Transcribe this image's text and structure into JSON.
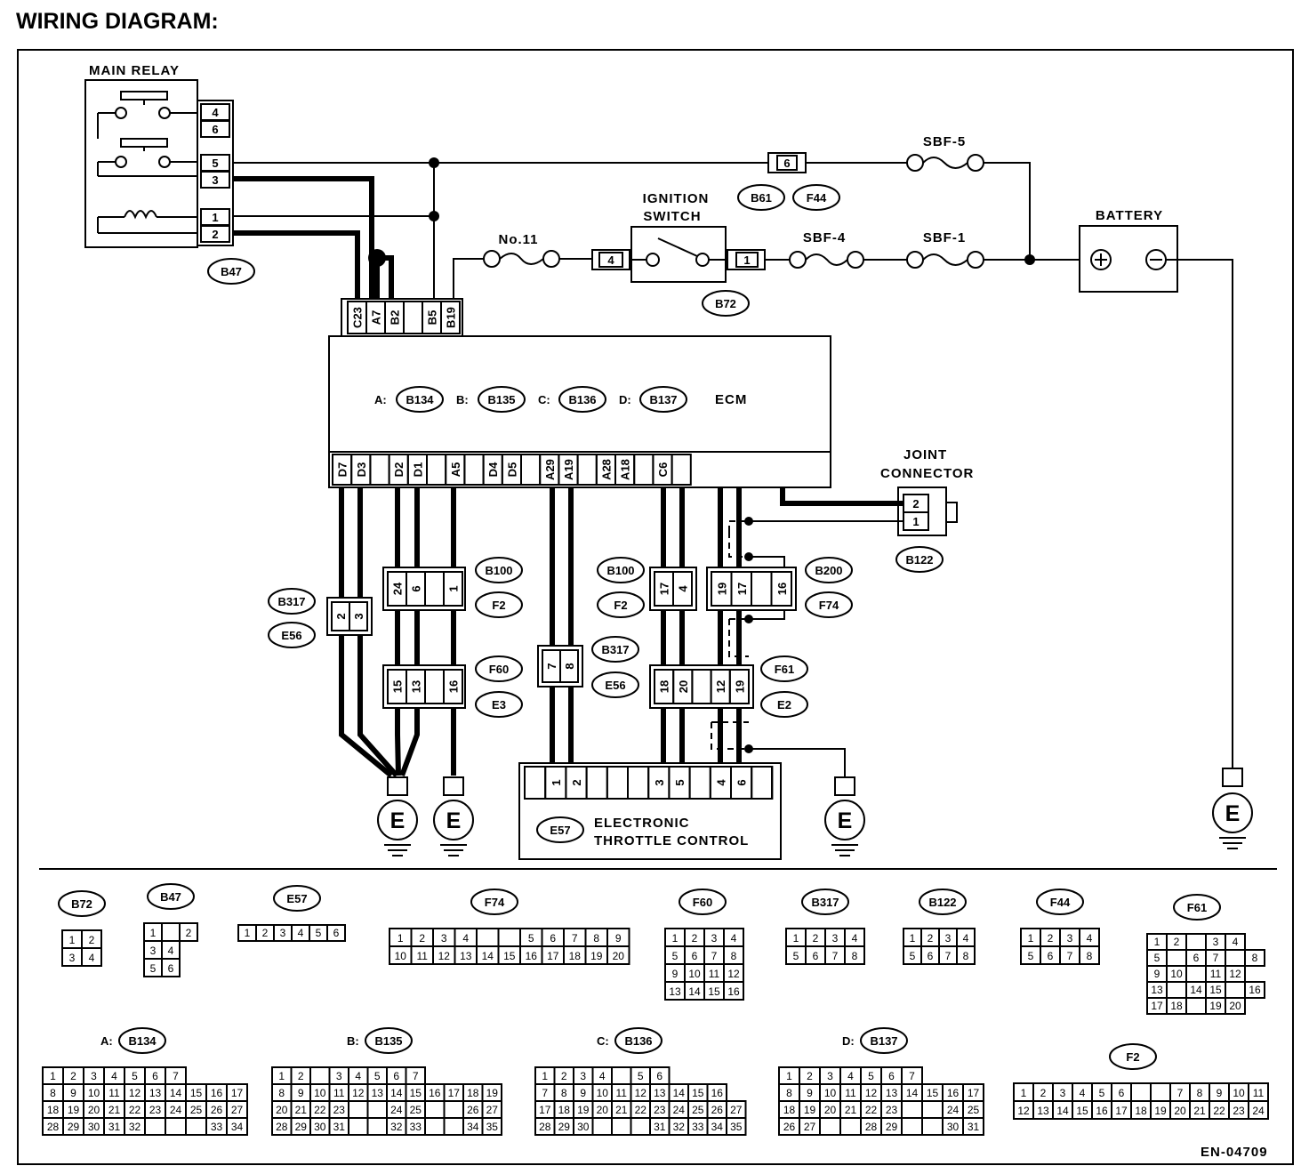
{
  "title": "WIRING DIAGRAM:",
  "doc_code": "EN-04709",
  "labels": {
    "main_relay": "MAIN RELAY",
    "ignition_switch_1": "IGNITION",
    "ignition_switch_2": "SWITCH",
    "battery": "BATTERY",
    "ecm": "ECM",
    "joint_connector_1": "JOINT",
    "joint_connector_2": "CONNECTOR",
    "etc_1": "ELECTRONIC",
    "etc_2": "THROTTLE CONTROL",
    "fuse_no11": "No.11",
    "sbf5": "SBF-5",
    "sbf4": "SBF-4",
    "sbf1": "SBF-1",
    "ground": "E",
    "plus": "+",
    "minus": "−"
  },
  "relay_pins": [
    "4",
    "6",
    "5",
    "3",
    "1",
    "2"
  ],
  "ecm_prefix": {
    "a": "A:",
    "b": "B:",
    "c": "C:",
    "d": "D:"
  },
  "ecm_top_pins": [
    "C23",
    "A7",
    "B2",
    "",
    "B5",
    "B19"
  ],
  "ecm_bottom_pins": [
    "D7",
    "D3",
    "",
    "D2",
    "D1",
    "",
    "A5",
    "",
    "D4",
    "D5",
    "",
    "A29",
    "A19",
    "",
    "A28",
    "A18",
    "",
    "C6",
    ""
  ],
  "connectors": {
    "b47": "B47",
    "b61": "B61",
    "f44": "F44",
    "b72": "B72",
    "b134": "B134",
    "b135": "B135",
    "b136": "B136",
    "b137": "B137",
    "b122": "B122",
    "b317": "B317",
    "e56": "E56",
    "b100": "B100",
    "f2": "F2",
    "f60": "F60",
    "e3": "E3",
    "b200": "B200",
    "f74": "F74",
    "f61": "F61",
    "e2": "E2",
    "e57": "E57"
  },
  "pins": {
    "b61_6": "6",
    "ign_4": "4",
    "ign_1": "1",
    "jc_2": "2",
    "jc_1": "1",
    "b317a": [
      "2",
      "3"
    ],
    "b100l": [
      "24",
      "6",
      "",
      "1"
    ],
    "f60": [
      "15",
      "13",
      "",
      "16"
    ],
    "b317b": [
      "7",
      "8"
    ],
    "b100r": [
      "17",
      "4"
    ],
    "f61": [
      "18",
      "20",
      "",
      "12",
      "19"
    ],
    "b200": [
      "19",
      "17",
      "",
      "16"
    ],
    "e57": [
      "",
      "1",
      "2",
      "",
      "",
      "",
      "3",
      "5",
      "",
      "4",
      "6",
      ""
    ]
  },
  "legend": {
    "b72": {
      "name": "B72",
      "rows": [
        [
          "1",
          "2"
        ],
        [
          "3",
          "4"
        ]
      ]
    },
    "b47": {
      "name": "B47",
      "rows": [
        [
          "1",
          "",
          "2"
        ],
        [
          "3",
          "4"
        ],
        [
          "5",
          "6"
        ]
      ]
    },
    "e57": {
      "name": "E57",
      "rows": [
        [
          "1",
          "2",
          "3",
          "4",
          "5",
          "6"
        ]
      ]
    },
    "f74": {
      "name": "F74",
      "rows": [
        [
          "1",
          "2",
          "3",
          "4",
          "",
          "",
          "5",
          "6",
          "7",
          "8",
          "9"
        ],
        [
          "10",
          "11",
          "12",
          "13",
          "14",
          "15",
          "16",
          "17",
          "18",
          "19",
          "20"
        ]
      ]
    },
    "f60": {
      "name": "F60",
      "rows": [
        [
          "1",
          "2",
          "3",
          "4"
        ],
        [
          "5",
          "6",
          "7",
          "8"
        ],
        [
          "9",
          "10",
          "11",
          "12"
        ],
        [
          "13",
          "14",
          "15",
          "16"
        ]
      ]
    },
    "b317": {
      "name": "B317",
      "rows": [
        [
          "1",
          "2",
          "3",
          "4"
        ],
        [
          "5",
          "6",
          "7",
          "8"
        ]
      ]
    },
    "b122": {
      "name": "B122",
      "rows": [
        [
          "1",
          "2",
          "3",
          "4"
        ],
        [
          "5",
          "6",
          "7",
          "8"
        ]
      ]
    },
    "f44": {
      "name": "F44",
      "rows": [
        [
          "1",
          "2",
          "3",
          "4"
        ],
        [
          "5",
          "6",
          "7",
          "8"
        ]
      ]
    },
    "f61": {
      "name": "F61",
      "rows": [
        [
          "1",
          "2",
          "",
          "3",
          "4"
        ],
        [
          "5",
          "",
          "6",
          "7",
          "",
          "8"
        ],
        [
          "9",
          "10",
          "",
          "11",
          "12"
        ],
        [
          "13",
          "",
          "14",
          "15",
          "",
          "16"
        ],
        [
          "17",
          "18",
          "",
          "19",
          "20"
        ]
      ]
    },
    "b134": {
      "name": "B134",
      "rows": [
        [
          "1",
          "2",
          "3",
          "4",
          "5",
          "6",
          "7"
        ],
        [
          "8",
          "9",
          "10",
          "11",
          "12",
          "13",
          "14",
          "15",
          "16",
          "17"
        ],
        [
          "18",
          "19",
          "20",
          "21",
          "22",
          "23",
          "24",
          "25",
          "26",
          "27"
        ],
        [
          "28",
          "29",
          "30",
          "31",
          "32",
          "",
          "",
          "",
          "33",
          "34"
        ]
      ]
    },
    "b135": {
      "name": "B135",
      "rows": [
        [
          "1",
          "2",
          "",
          "3",
          "4",
          "5",
          "6",
          "7"
        ],
        [
          "8",
          "9",
          "10",
          "11",
          "12",
          "13",
          "14",
          "15",
          "16",
          "17",
          "18",
          "19"
        ],
        [
          "20",
          "21",
          "22",
          "23",
          "",
          "",
          "24",
          "25",
          "",
          "",
          "26",
          "27"
        ],
        [
          "28",
          "29",
          "30",
          "31",
          "",
          "",
          "32",
          "33",
          "",
          "",
          "34",
          "35"
        ]
      ]
    },
    "b136": {
      "name": "B136",
      "rows": [
        [
          "1",
          "2",
          "3",
          "4",
          "",
          "5",
          "6"
        ],
        [
          "7",
          "8",
          "9",
          "10",
          "11",
          "12",
          "13",
          "14",
          "15",
          "16"
        ],
        [
          "17",
          "18",
          "19",
          "20",
          "21",
          "22",
          "23",
          "24",
          "25",
          "26",
          "27"
        ],
        [
          "28",
          "29",
          "30",
          "",
          "",
          "",
          "31",
          "32",
          "33",
          "34",
          "35"
        ]
      ]
    },
    "b137": {
      "name": "B137",
      "rows": [
        [
          "1",
          "2",
          "3",
          "4",
          "5",
          "6",
          "7"
        ],
        [
          "8",
          "9",
          "10",
          "11",
          "12",
          "13",
          "14",
          "15",
          "16",
          "17"
        ],
        [
          "18",
          "19",
          "20",
          "21",
          "22",
          "23",
          "",
          "",
          "24",
          "25"
        ],
        [
          "26",
          "27",
          "",
          "",
          "28",
          "29",
          "",
          "",
          "30",
          "31"
        ]
      ]
    },
    "f2": {
      "name": "F2",
      "rows": [
        [
          "1",
          "2",
          "3",
          "4",
          "5",
          "6",
          "",
          "",
          "7",
          "8",
          "9",
          "10",
          "11"
        ],
        [
          "12",
          "13",
          "14",
          "15",
          "16",
          "17",
          "18",
          "19",
          "20",
          "21",
          "22",
          "23",
          "24"
        ]
      ]
    }
  },
  "legend_prefix": {
    "a": "A:",
    "b": "B:",
    "c": "C:",
    "d": "D:"
  }
}
